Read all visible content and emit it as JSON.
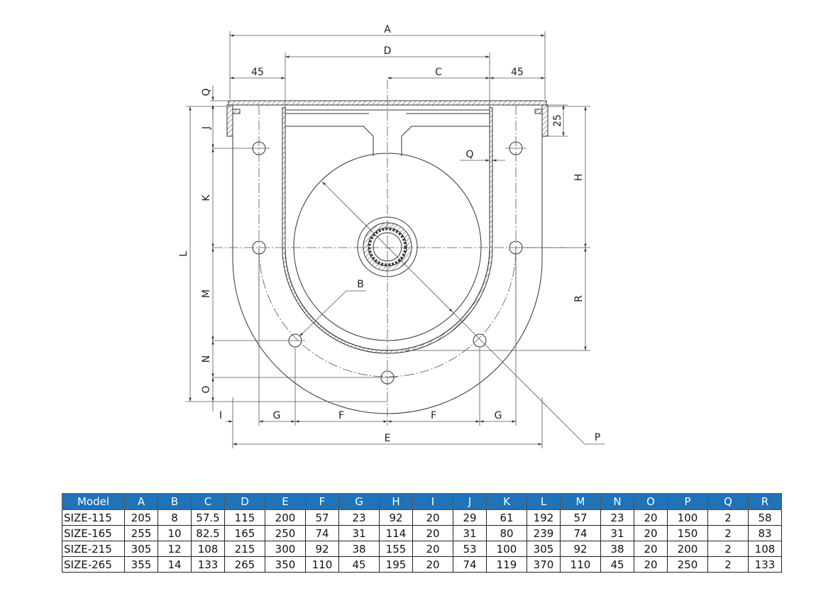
{
  "drawing": {
    "labels": {
      "A": "A",
      "D": "D",
      "C": "C",
      "E": "E",
      "F1": "F",
      "F2": "F",
      "G1": "G",
      "G2": "G",
      "H": "H",
      "R": "R",
      "L": "L",
      "Q1": "Q",
      "Q2": "Q",
      "J": "J",
      "K": "K",
      "M": "M",
      "N": "N",
      "O": "O",
      "I": "I",
      "B": "B",
      "P": "P",
      "dim45_left": "45",
      "dim45_right": "45",
      "dim25": "25"
    }
  },
  "table": {
    "header_color": "#1e73b9",
    "columns": [
      "Model",
      "A",
      "B",
      "C",
      "D",
      "E",
      "F",
      "G",
      "H",
      "I",
      "J",
      "K",
      "L",
      "M",
      "N",
      "O",
      "P",
      "Q",
      "R"
    ],
    "rows": [
      [
        "SIZE-115",
        "205",
        "8",
        "57.5",
        "115",
        "200",
        "57",
        "23",
        "92",
        "20",
        "29",
        "61",
        "192",
        "57",
        "23",
        "20",
        "100",
        "2",
        "58"
      ],
      [
        "SIZE-165",
        "255",
        "10",
        "82.5",
        "165",
        "250",
        "74",
        "31",
        "114",
        "20",
        "31",
        "80",
        "239",
        "74",
        "31",
        "20",
        "150",
        "2",
        "83"
      ],
      [
        "SIZE-215",
        "305",
        "12",
        "108",
        "215",
        "300",
        "92",
        "38",
        "155",
        "20",
        "53",
        "100",
        "305",
        "92",
        "38",
        "20",
        "200",
        "2",
        "108"
      ],
      [
        "SIZE-265",
        "355",
        "14",
        "133",
        "265",
        "350",
        "110",
        "45",
        "195",
        "20",
        "74",
        "119",
        "370",
        "110",
        "45",
        "20",
        "250",
        "2",
        "133"
      ]
    ]
  }
}
